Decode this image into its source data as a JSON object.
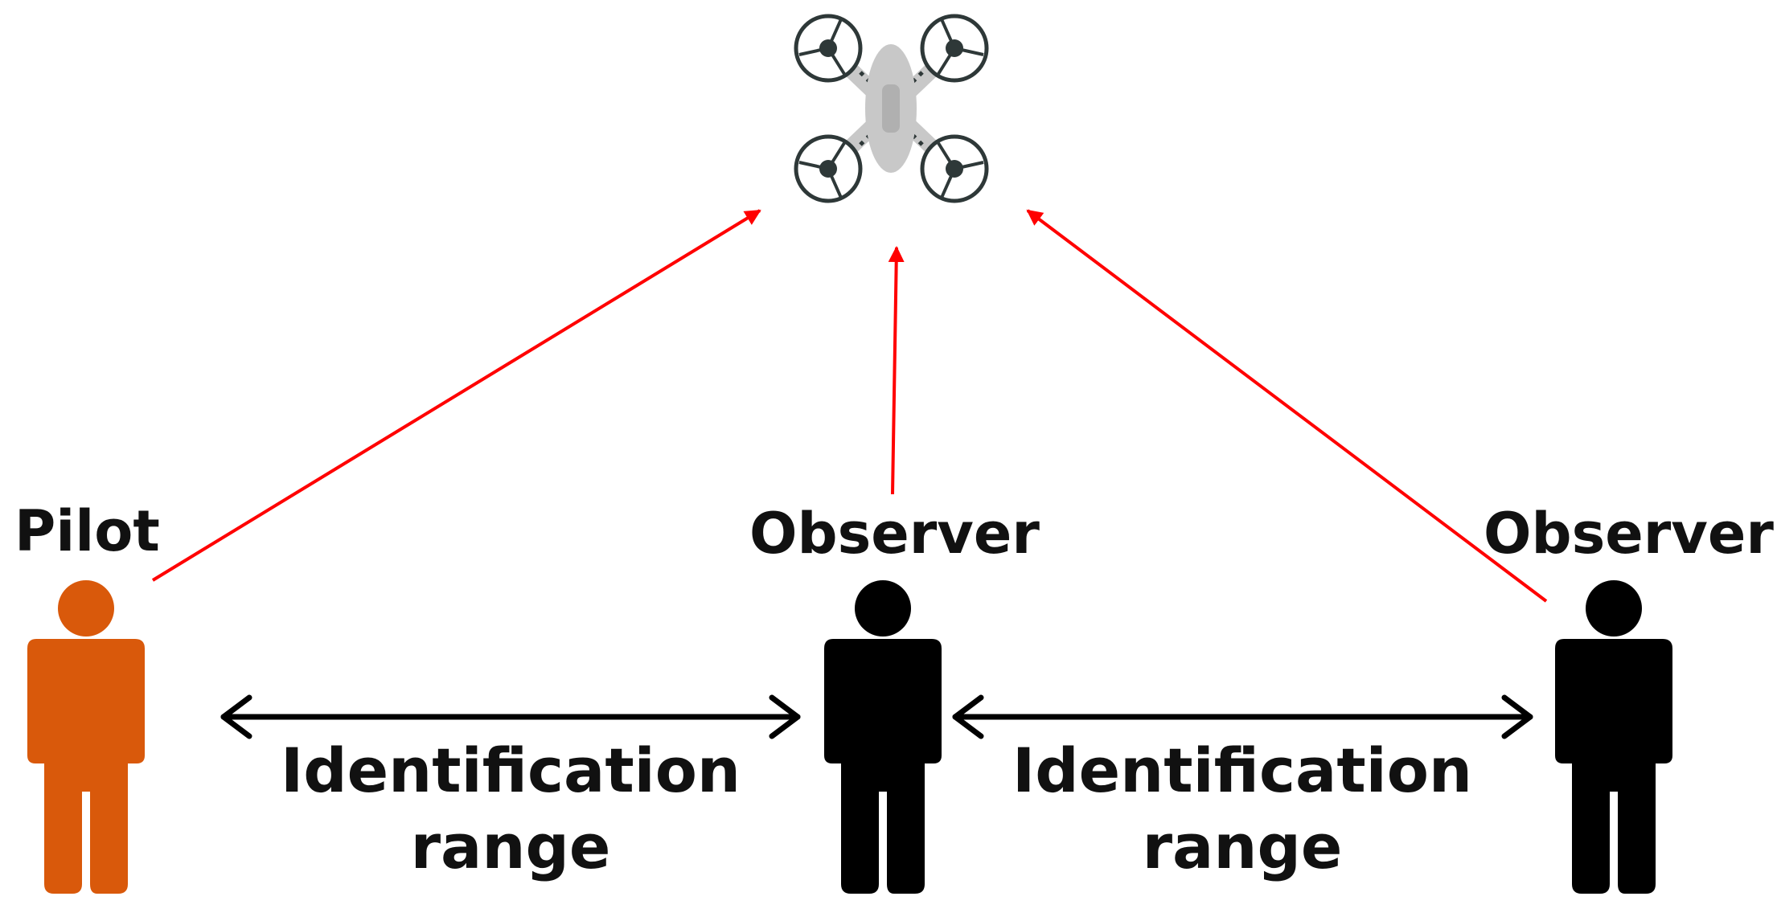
{
  "drone": {
    "icon": "quadcopter-drone-icon"
  },
  "people": [
    {
      "label": "Pilot",
      "icon": "person-icon",
      "color": "#D9590B"
    },
    {
      "label": "Observer",
      "icon": "person-icon",
      "color": "#000000"
    },
    {
      "label": "Observer",
      "icon": "person-icon",
      "color": "#000000"
    }
  ],
  "ranges": [
    {
      "line1": "Identification",
      "line2": "range"
    },
    {
      "line1": "Identification",
      "line2": "range"
    }
  ],
  "colors": {
    "sight_line": "#FF0000",
    "range_arrow": "#000000",
    "drone_body": "#C8C8C8",
    "drone_rotor": "#2E3838"
  }
}
